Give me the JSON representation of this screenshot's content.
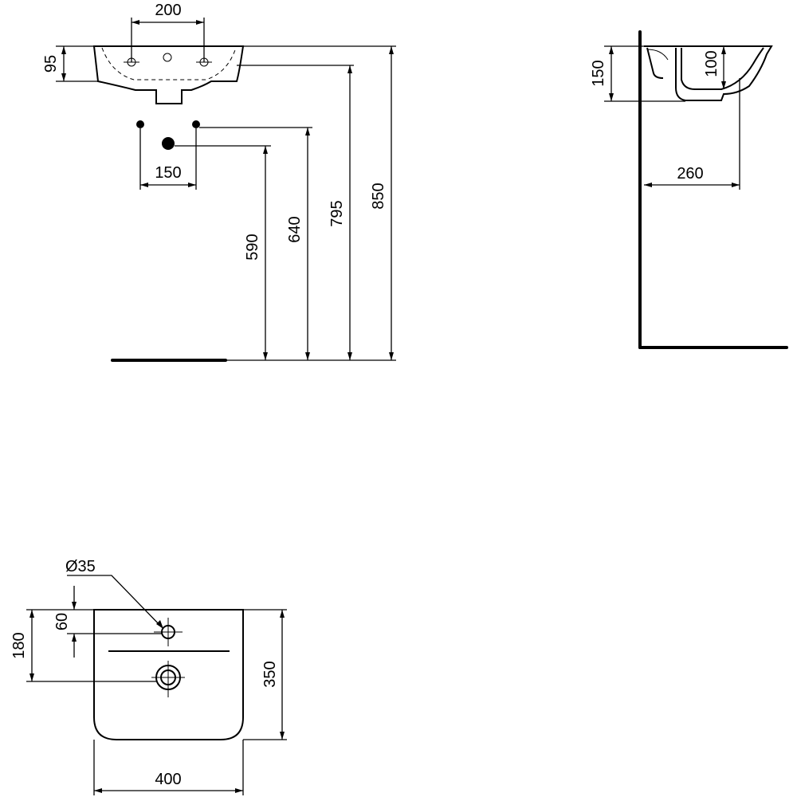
{
  "drawing": {
    "front_view": {
      "tap_hole_spacing": "200",
      "rim_height": "95",
      "supply_spacing": "150",
      "waste_height": "590",
      "supply_height": "640",
      "underside_height": "795",
      "rim_top_height": "850"
    },
    "side_view": {
      "overall_height": "150",
      "bowl_depth": "100",
      "wall_projection": "260"
    },
    "plan_view": {
      "tap_hole_diameter": "Ø35",
      "tap_hole_offset": "60",
      "waste_offset": "180",
      "depth": "350",
      "width": "400"
    }
  }
}
